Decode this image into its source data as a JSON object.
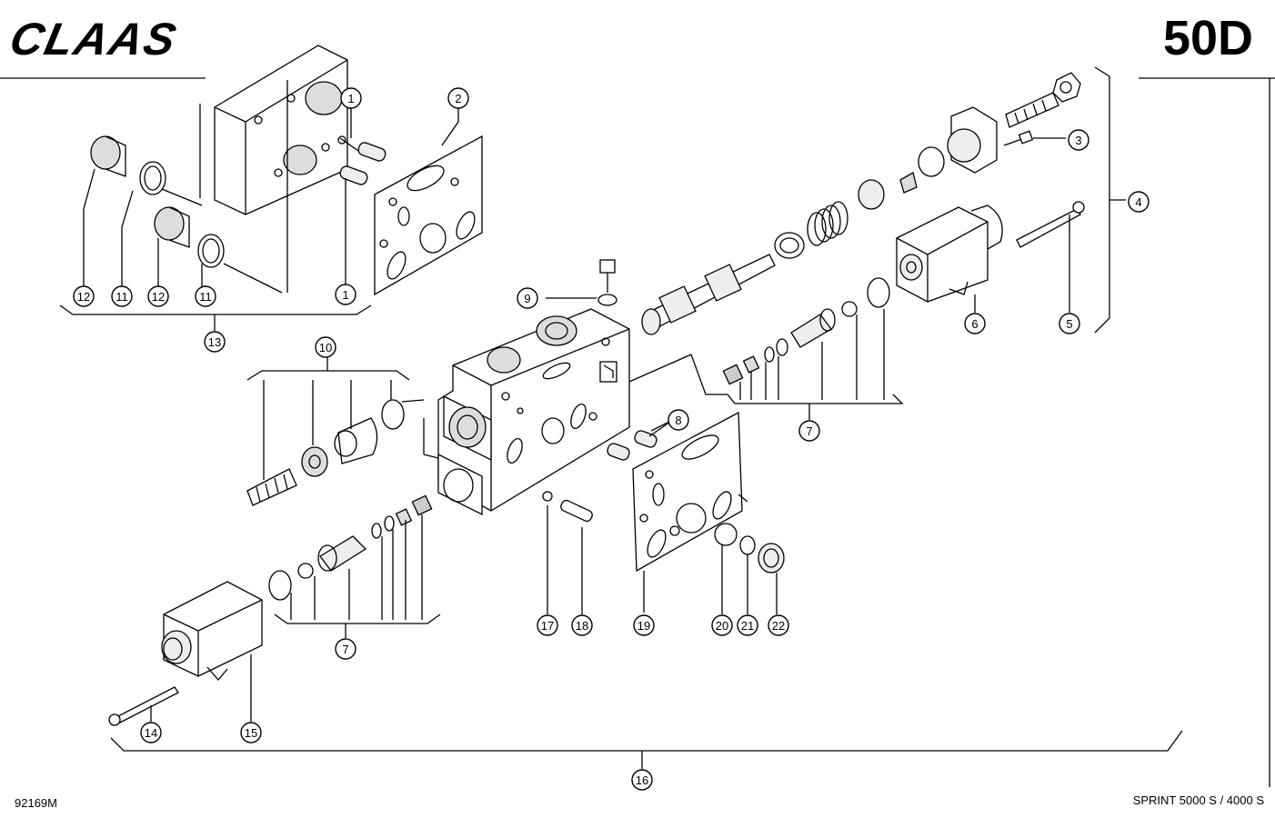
{
  "header": {
    "brand": "CLAAS",
    "page_code": "50D"
  },
  "footer": {
    "drawing_number": "92169M",
    "model": "SPRINT 5000 S / 4000 S"
  },
  "callouts": [
    "1",
    "1",
    "2",
    "3",
    "4",
    "5",
    "6",
    "7",
    "7",
    "8",
    "9",
    "10",
    "11",
    "11",
    "12",
    "12",
    "13",
    "14",
    "15",
    "16",
    "17",
    "18",
    "19",
    "20",
    "21",
    "22"
  ]
}
